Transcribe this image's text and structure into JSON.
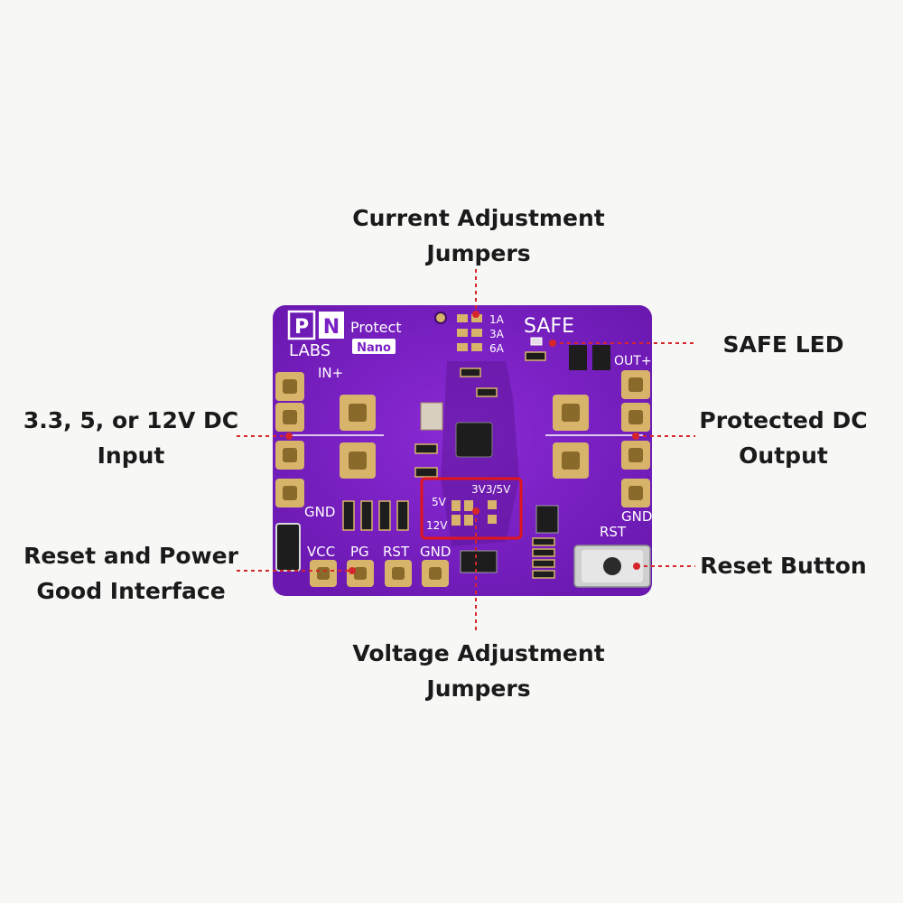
{
  "callouts": {
    "current_jumpers": [
      "Current Adjustment",
      "Jumpers"
    ],
    "safe_led": [
      "SAFE LED"
    ],
    "input": [
      "3.3, 5, or 12V DC",
      "Input"
    ],
    "output": [
      "Protected DC",
      "Output"
    ],
    "reset_pg": [
      "Reset and Power",
      "Good Interface"
    ],
    "reset_button": [
      "Reset Button"
    ],
    "voltage_jumpers": [
      "Voltage Adjustment",
      "Jumpers"
    ]
  },
  "board": {
    "logo_p": "P",
    "logo_n": "N",
    "logo_labs": "LABS",
    "product": "Protect",
    "variant": "Nano",
    "safe": "SAFE",
    "current_opts": [
      "1A",
      "3A",
      "6A"
    ],
    "in_plus": "IN+",
    "out_plus": "OUT+",
    "gnd_left": "GND",
    "gnd_right": "GND",
    "header_pins": [
      "VCC",
      "PG",
      "RST",
      "GND"
    ],
    "rst": "RST",
    "v_5v": "5V",
    "v_12v": "12V",
    "v_3v3": "3V3/5V"
  },
  "colors": {
    "pcb": "#7a1fc4",
    "pcb_dark": "#5c1496",
    "silk": "#ffffff",
    "gold": "#d8b46a",
    "callout_line": "#d7262b",
    "highlight": "#e0151b"
  }
}
